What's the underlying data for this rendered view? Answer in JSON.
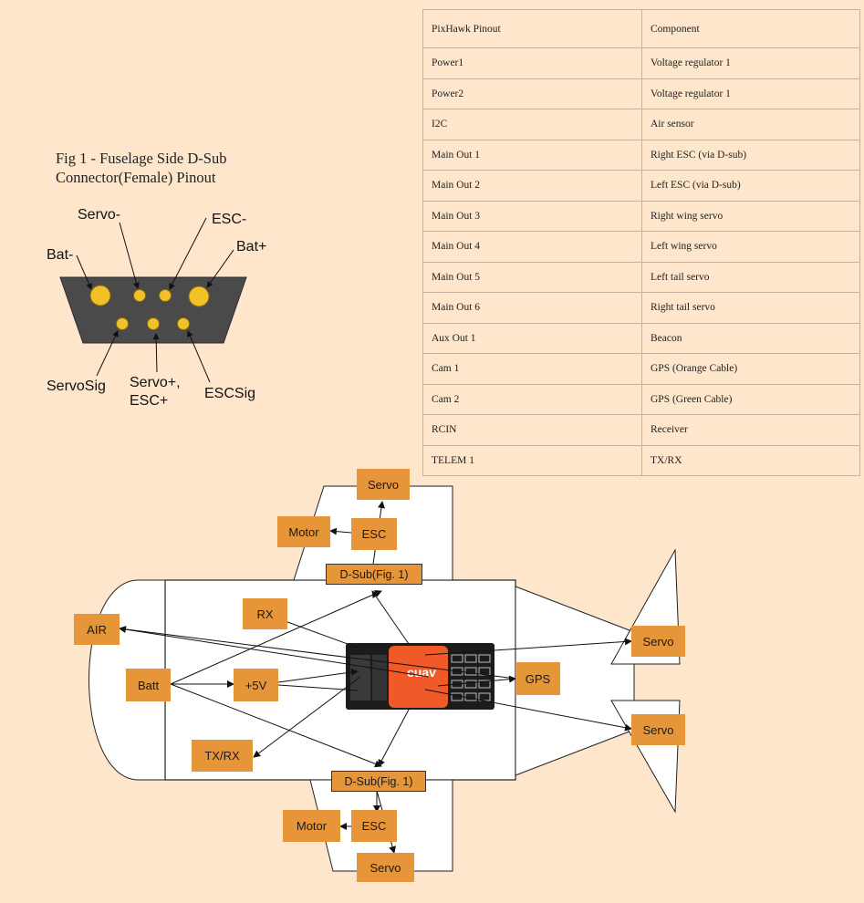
{
  "table": {
    "headers": [
      "PixHawk Pinout",
      "Component"
    ],
    "rows": [
      [
        "Power1",
        "Voltage regulator 1"
      ],
      [
        "Power2",
        "Voltage regulator 1"
      ],
      [
        "I2C",
        "Air sensor"
      ],
      [
        "Main Out 1",
        "Right ESC (via D-sub)"
      ],
      [
        "Main Out 2",
        "Left ESC (via D-sub)"
      ],
      [
        "Main Out 3",
        "Right wing servo"
      ],
      [
        "Main Out 4",
        "Left wing servo"
      ],
      [
        "Main Out 5",
        "Left tail servo"
      ],
      [
        "Main Out 6",
        "Right tail servo"
      ],
      [
        "Aux Out 1",
        "Beacon"
      ],
      [
        "Cam 1",
        "GPS (Orange Cable)"
      ],
      [
        "Cam 2",
        "GPS (Green Cable)"
      ],
      [
        "RCIN",
        "Receiver"
      ],
      [
        "TELEM 1",
        "TX/RX"
      ]
    ]
  },
  "figure": {
    "title": "Fig 1 - Fuselage Side D-Sub Connector(Female) Pinout",
    "labels": {
      "bat_minus": "Bat-",
      "servo_minus": "Servo-",
      "esc_minus": "ESC-",
      "bat_plus": "Bat+",
      "servo_sig": "ServoSig",
      "servo_plus_line1": "Servo+,",
      "servo_plus_line2": "ESC+",
      "esc_sig": "ESCSig"
    }
  },
  "diagram": {
    "servo_top": "Servo",
    "motor_top": "Motor",
    "esc_top": "ESC",
    "dsub_top": "D-Sub(Fig. 1)",
    "rx": "RX",
    "air": "AIR",
    "batt": "Batt",
    "plus5v": "+5V",
    "txrx": "TX/RX",
    "gps": "GPS",
    "servo_right_top": "Servo",
    "servo_right_bottom": "Servo",
    "dsub_bottom": "D-Sub(Fig. 1)",
    "motor_bottom": "Motor",
    "esc_bottom": "ESC",
    "servo_bottom": "Servo",
    "fc_brand": "cuav"
  },
  "colors": {
    "background": "#fde6cb",
    "box": "#e69538",
    "connector": "#4a4a4a",
    "pin": "#f2c029",
    "fc_body": "#1c1c1c",
    "fc_cover": "#f05a28"
  }
}
